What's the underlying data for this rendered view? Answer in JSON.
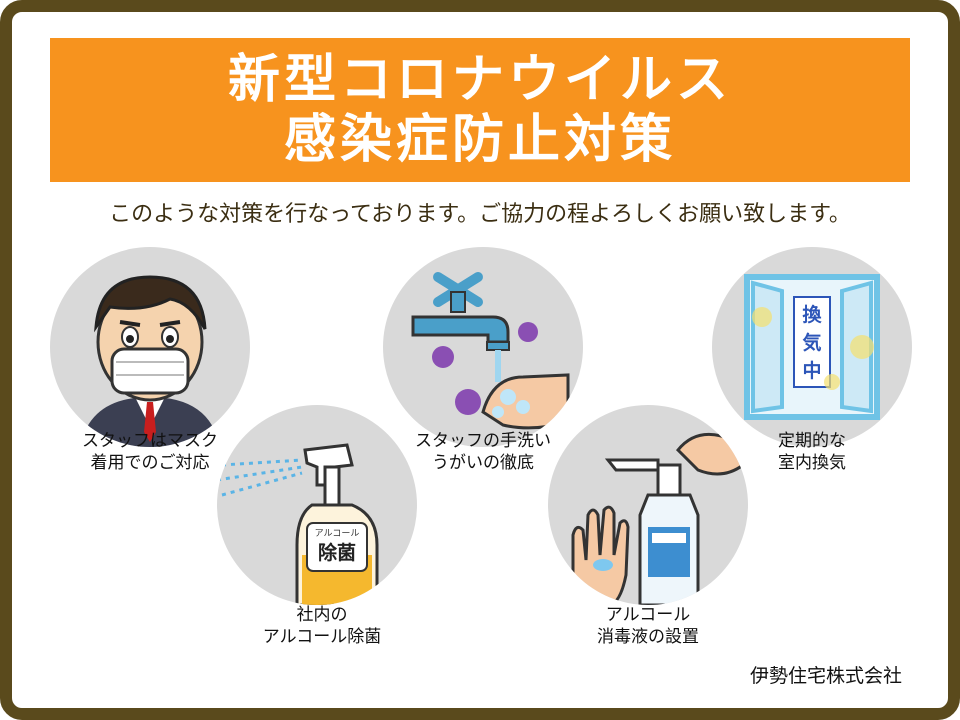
{
  "title": {
    "line1": "新型コロナウイルス",
    "line2": "感染症防止対策"
  },
  "subtitle": "このような対策を行なっております。ご協力の程よろしくお願い致します。",
  "items": [
    {
      "id": "mask",
      "label_line1": "スタッフはマスク",
      "label_line2": "着用でのご対応",
      "icon": "masked-staff-icon"
    },
    {
      "id": "alcohol",
      "label_line1": "社内の",
      "label_line2": "アルコール除菌",
      "icon": "alcohol-spray-icon",
      "bottle_text_small": "アルコール",
      "bottle_text_large": "除菌"
    },
    {
      "id": "handwash",
      "label_line1": "スタッフの手洗い",
      "label_line2": "うがいの徹底",
      "icon": "handwash-icon"
    },
    {
      "id": "sanitizer",
      "label_line1": "アルコール",
      "label_line2": "消毒液の設置",
      "icon": "sanitizer-pump-icon"
    },
    {
      "id": "ventilation",
      "label_line1": "定期的な",
      "label_line2": "室内換気",
      "icon": "open-window-icon",
      "sign_chars": [
        "換",
        "気",
        "中"
      ]
    }
  ],
  "company": "伊勢住宅株式会社",
  "colors": {
    "frame": "#5a4a1c",
    "banner": "#f7931e",
    "circle": "#d9d9d9"
  }
}
